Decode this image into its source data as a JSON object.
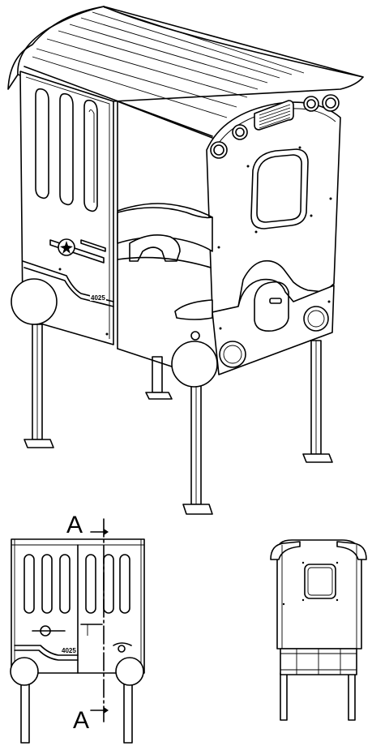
{
  "model_number": "4025",
  "section_marker": {
    "top_label": "A",
    "bottom_label": "A"
  }
}
